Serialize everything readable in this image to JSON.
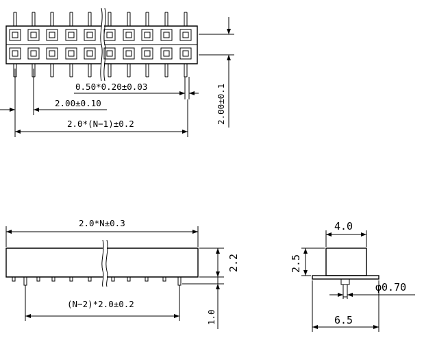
{
  "top_view": {
    "pin_pitch_label": "0.50*0.20±0.03",
    "pitch_label": "2.00±0.10",
    "span_label": "2.0*(N−1)±0.2",
    "row_pitch_label": "2.00±0.1"
  },
  "side_view": {
    "length_label": "2.0*N±0.3",
    "height_label": "2.2",
    "pin_span_label": "(N−2)*2.0±0.2",
    "tail_label": "1.0"
  },
  "end_view": {
    "top_width_label": "4.0",
    "height_label": "2.5",
    "pin_dia_label": "φ0.70",
    "base_width_label": "6.5"
  }
}
